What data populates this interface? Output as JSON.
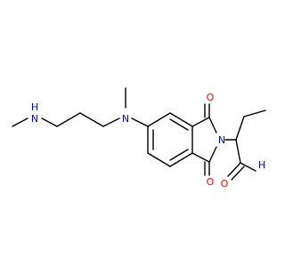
{
  "molecule": {
    "atoms": {
      "nh_left": {
        "element": "N",
        "text": "N",
        "h_text": "H",
        "color": "#0000ff"
      },
      "n_mid": {
        "element": "N",
        "text": "N",
        "color": "#0000ff"
      },
      "n_imide": {
        "element": "N",
        "text": "N",
        "color": "#0000ff"
      },
      "o_top": {
        "element": "O",
        "text": "O",
        "color": "#ff0000"
      },
      "o_bottom": {
        "element": "O",
        "text": "O",
        "color": "#ff0000"
      },
      "o_lactam": {
        "element": "O",
        "text": "O",
        "color": "#ff0000"
      },
      "o_right": {
        "element": "O",
        "text": "O",
        "color": "#ff0000"
      },
      "nh_ring": {
        "element": "N",
        "text": "H",
        "text2": "N",
        "color": "#0000ff"
      }
    }
  }
}
